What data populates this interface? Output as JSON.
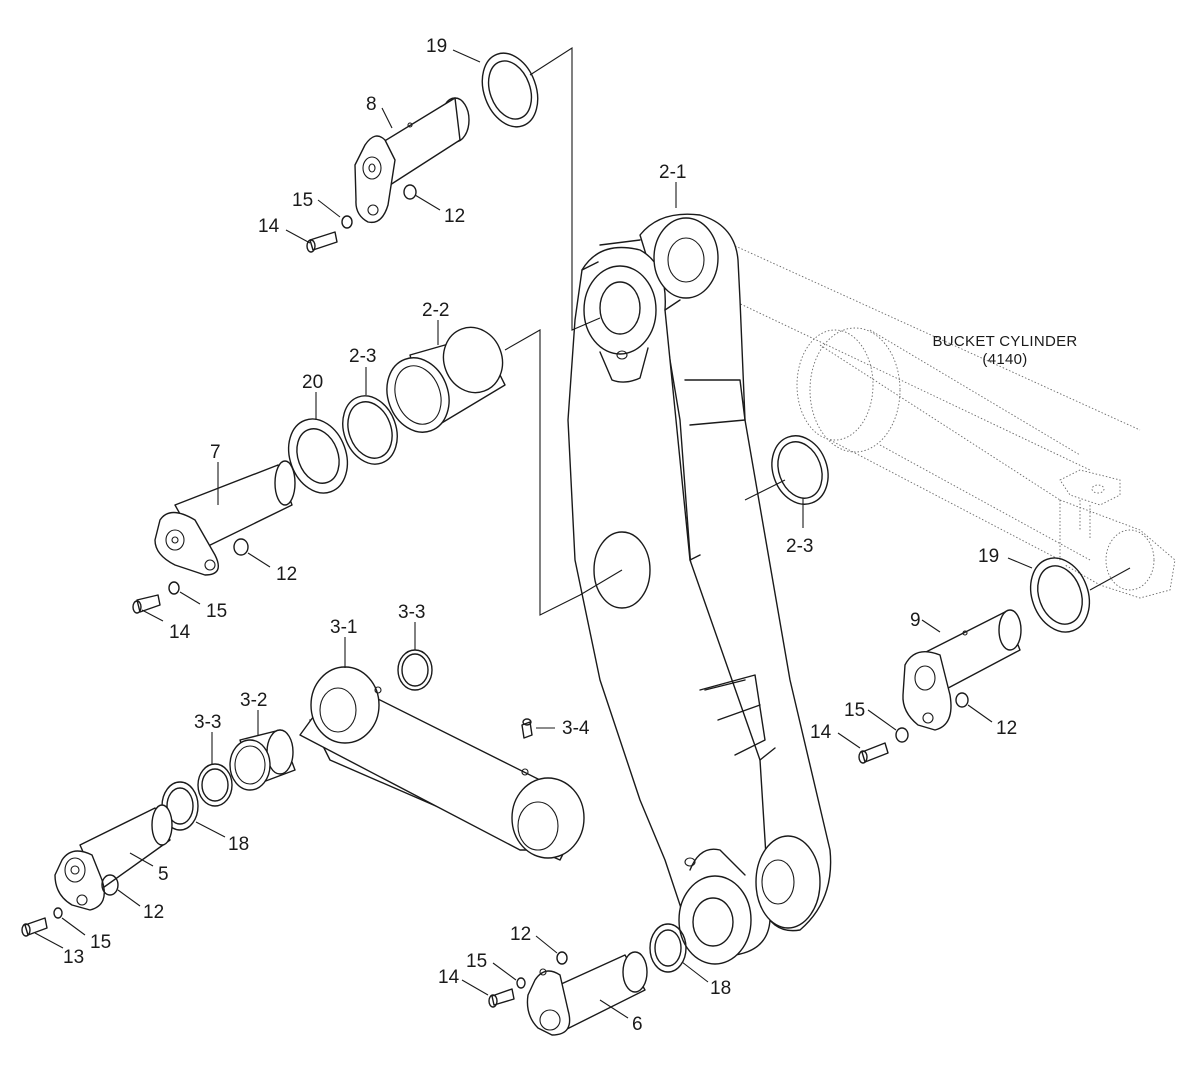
{
  "assembly_label": {
    "name": "BUCKET CYLINDER",
    "code": "(4140)"
  },
  "callouts": {
    "c19_top": "19",
    "c8": "8",
    "c15_a": "15",
    "c12_a": "12",
    "c14_a": "14",
    "c2_1": "2-1",
    "c2_2": "2-2",
    "c2_3_left": "2-3",
    "c20": "20",
    "c7": "7",
    "c12_b": "12",
    "c15_b": "15",
    "c14_b": "14",
    "c3_1": "3-1",
    "c3_3_top": "3-3",
    "c3_2": "3-2",
    "c3_3_left": "3-3",
    "c3_4": "3-4",
    "c18_left": "18",
    "c5": "5",
    "c12_c": "12",
    "c15_c": "15",
    "c13": "13",
    "c2_3_right": "2-3",
    "c19_right": "19",
    "c9": "9",
    "c15_d": "15",
    "c14_d": "14",
    "c12_d": "12",
    "c12_e": "12",
    "c15_e": "15",
    "c14_e": "14",
    "c18_bottom": "18",
    "c6": "6"
  }
}
